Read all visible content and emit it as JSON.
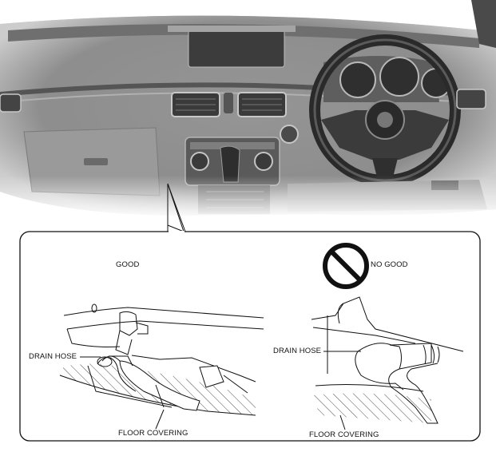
{
  "figure": {
    "photo_subject": "vehicle-dashboard-interior",
    "good_panel": {
      "heading": "GOOD",
      "callout_drain_hose": "DRAIN HOSE",
      "callout_floor_covering": "FLOOR COVERING"
    },
    "no_good_panel": {
      "heading": "NO GOOD",
      "prohibition_icon": "prohibited-circle-slash",
      "callout_drain_hose": "DRAIN HOSE",
      "callout_floor_covering": "FLOOR COVERING"
    }
  }
}
